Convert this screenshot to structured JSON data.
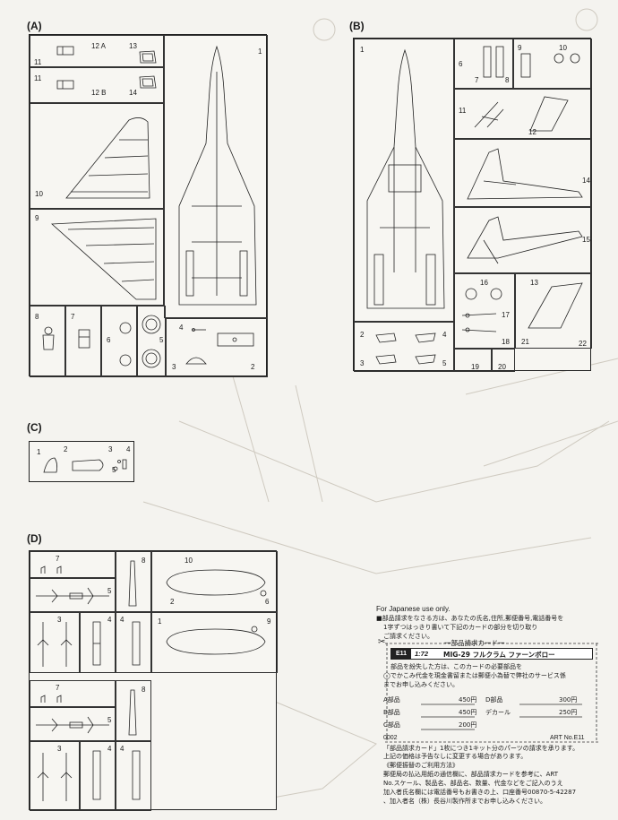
{
  "sprues": {
    "A": {
      "label": "(A)",
      "parts": [
        "1",
        "2",
        "3",
        "4",
        "5",
        "6",
        "7",
        "8",
        "9",
        "10",
        "11",
        "12 A",
        "12 B",
        "13",
        "14"
      ]
    },
    "B": {
      "label": "(B)",
      "parts": [
        "1",
        "2",
        "3",
        "4",
        "5",
        "6",
        "7",
        "8",
        "9",
        "10",
        "11",
        "12",
        "13",
        "14",
        "15",
        "16",
        "17",
        "18",
        "19",
        "20",
        "21",
        "22"
      ]
    },
    "C": {
      "label": "(C)",
      "parts": [
        "1",
        "2",
        "3",
        "4",
        "5"
      ]
    },
    "D": {
      "label": "(D)",
      "parts": [
        "1",
        "2",
        "3",
        "4",
        "5",
        "6",
        "7",
        "8",
        "9",
        "10"
      ]
    }
  },
  "card": {
    "note_en": "For Japanese use only.",
    "intro": [
      "■部品請求をなさる方は、あなたの氏名,住所,郵便番号,電話番号を",
      "1字ずつはっきり書いて下記のカードの部分を切り取り",
      "ご請求ください。"
    ],
    "title": "一部品請求カード一",
    "code": "E11",
    "scale": "1:72",
    "product": "MIG-29 フルクラム ファーンボロー",
    "desc": [
      "部品を紛失した方は、このカードの必要部品を",
      "◯でかこみ代金を現金書留または郵便小為替で弊社のサービス係",
      "までお申し込みください。"
    ],
    "prices": [
      {
        "part": "A部品",
        "price": "450円",
        "part2": "D部品",
        "price2": "300円"
      },
      {
        "part": "B部品",
        "price": "450円",
        "part2": "デカール",
        "price2": "250円"
      },
      {
        "part": "C部品",
        "price": "200円",
        "part2": "",
        "price2": ""
      }
    ],
    "code_no": "0002",
    "art_no": "ART No.E11",
    "footer": [
      "「部品請求カード」1枚につき1キット分のパーツの請求を承ります。",
      "上記の価格は予告なしに変更する場合があります。",
      "《郵便振替のご利用方法》",
      "郵便局の払込用紙の通信欄に、部品請求カードを参考に、ART",
      "No.スケール、製品名、部品名、数量、代金などをご記入のうえ",
      "加入者氏名欄には電話番号もお書きの上、口座番号00870-5-42287",
      "、加入者名（株）長谷川製作所までお申し込みください。"
    ]
  }
}
